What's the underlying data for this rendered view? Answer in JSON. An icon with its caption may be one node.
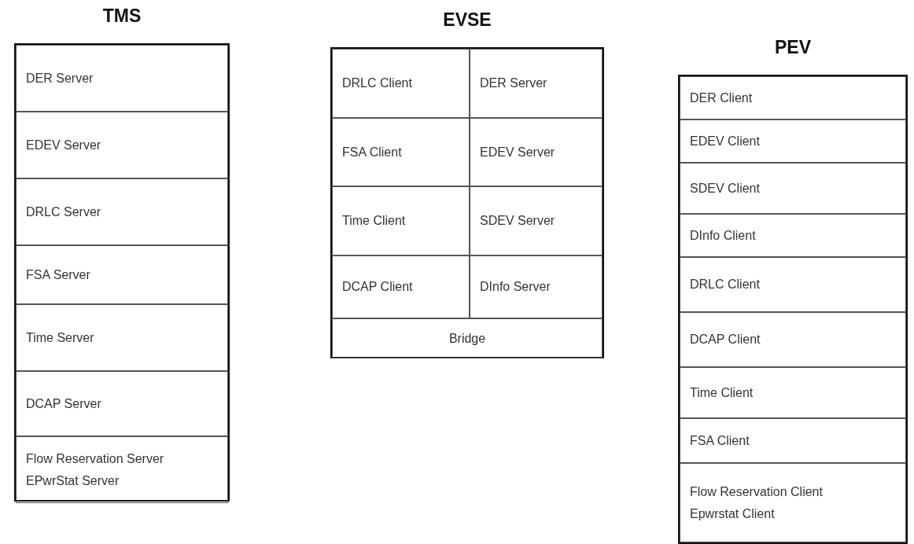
{
  "diagram": {
    "nodes": [
      {
        "text": [
          "TMS"
        ]
      },
      {
        "text": [
          "DER Server"
        ],
        "in": 0
      },
      {
        "text": [
          "EDEV Server"
        ],
        "in": 0
      },
      {
        "text": [
          "DRLC Server"
        ],
        "in": 0
      },
      {
        "text": [
          "FSA Server"
        ],
        "in": 0
      },
      {
        "text": [
          "Time Server"
        ],
        "in": 0
      },
      {
        "text": [
          "DCAP Server"
        ],
        "in": 0
      },
      {
        "text": [
          "Flow Reservation Server",
          "EPwrStat Server"
        ],
        "in": 0
      },
      {
        "text": [
          "EVSE"
        ]
      },
      {
        "text": [
          "DRLC Client"
        ],
        "in": 8
      },
      {
        "text": [
          "DER Server"
        ],
        "in": 8
      },
      {
        "text": [
          "FSA Client"
        ],
        "in": 8
      },
      {
        "text": [
          "EDEV Server"
        ],
        "in": 8
      },
      {
        "text": [
          "Time Client"
        ],
        "in": 8
      },
      {
        "text": [
          "SDEV Server"
        ],
        "in": 8
      },
      {
        "text": [
          "DCAP Client"
        ],
        "in": 8
      },
      {
        "text": [
          "DInfo Server"
        ],
        "in": 8
      },
      {
        "text": [
          "Bridge"
        ],
        "in": 8
      },
      {
        "text": [
          "PEV"
        ]
      },
      {
        "text": [
          "DER Client"
        ],
        "in": 18
      },
      {
        "text": [
          "EDEV Client"
        ],
        "in": 18
      },
      {
        "text": [
          "SDEV Client"
        ],
        "in": 18
      },
      {
        "text": [
          "DInfo Client"
        ],
        "in": 18
      },
      {
        "text": [
          "DRLC Client"
        ],
        "in": 18
      },
      {
        "text": [
          "DCAP Client"
        ],
        "in": 18
      },
      {
        "text": [
          "Time Client"
        ],
        "in": 18
      },
      {
        "text": [
          "FSA Client"
        ],
        "in": 18
      },
      {
        "text": [
          "Flow Reservation Client",
          "Epwrstat Client"
        ],
        "in": 18
      }
    ],
    "edges": []
  }
}
